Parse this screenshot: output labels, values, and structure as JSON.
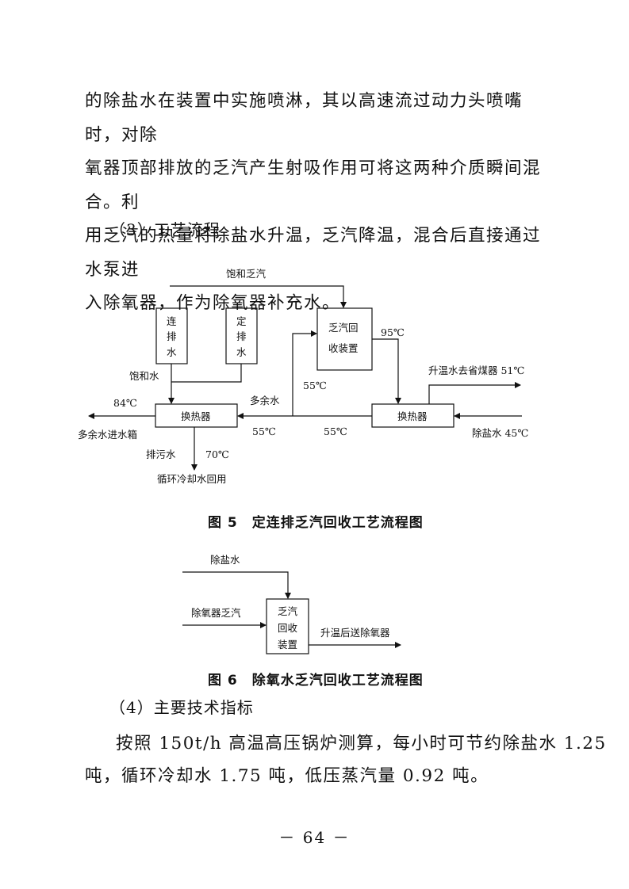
{
  "body": {
    "para1_lines": [
      "的除盐水在装置中实施喷淋，其以高速流过动力头喷嘴时，对除",
      "氧器顶部排放的乏汽产生射吸作用可将这两种介质瞬间混合。利",
      "用乏汽的热量将除盐水升温，乏汽降温，混合后直接通过水泵进",
      "入除氧器，作为除氧器补充水。"
    ],
    "section3_heading": "（3）工艺流程",
    "section4_heading": "（4）主要技术指标",
    "para2_lines": [
      "按照 150t/h 高温高压锅炉测算，每小时可节约除盐水 1.25",
      "吨，循环冷却水 1.75 吨，低压蒸汽量 0.92 吨。"
    ]
  },
  "figure5": {
    "caption": "图 5　定连排乏汽回收工艺流程图",
    "labels": {
      "saturated_steam_top": "饱和乏汽",
      "continuous_blowdown": [
        "连",
        "排",
        "水"
      ],
      "periodic_blowdown": [
        "定",
        "排",
        "水"
      ],
      "steam_recovery_unit": [
        "乏汽回",
        "收装置"
      ],
      "temp_95": "95℃",
      "warm_water_to_economizer": "升温水去省煤器 51℃",
      "saturated_water": "饱和水",
      "temp_55_mid": "55℃",
      "temp_84": "84℃",
      "excess_water": "多余水",
      "heat_exchanger_left": "换热器",
      "heat_exchanger_right": "换热器",
      "excess_to_tank": "多余水进水箱",
      "temp_55_a": "55℃",
      "temp_55_b": "55℃",
      "desalted_water_45": "除盐水 45℃",
      "blowdown_water": "排污水",
      "temp_70": "70℃",
      "circulating_cooling_water": "循环冷却水回用"
    }
  },
  "figure6": {
    "caption": "图 6　除氧水乏汽回收工艺流程图",
    "labels": {
      "desalted_water": "除盐水",
      "deaerator_steam": "除氧器乏汽",
      "recovery_unit": [
        "乏汽",
        "回收",
        "装置"
      ],
      "to_deaerator": "升温后送除氧器"
    }
  },
  "page_number": "－ 64 －"
}
